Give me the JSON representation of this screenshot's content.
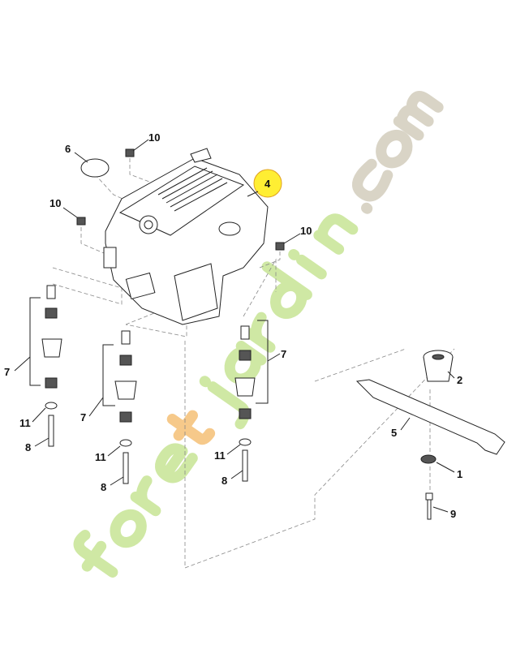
{
  "watermark": {
    "text_a": "foret",
    "text_b": "jardin",
    "text_c": ".com",
    "color_green": "#cfe8a4",
    "color_orange": "#f6c98a",
    "color_gray": "#d9d4c6"
  },
  "highlight_color": "#ffee33",
  "callouts": {
    "gasket": "6",
    "nut_top": "10",
    "engine": "4",
    "nut_left": "10",
    "nut_right": "10",
    "damper_left": "7",
    "washer_left": "11",
    "bolt_left": "8",
    "damper_mid": "7",
    "washer_mid": "11",
    "bolt_mid": "8",
    "damper_right": "7",
    "washer_right": "11",
    "bolt_right": "8",
    "blade_adapter": "2",
    "blade": "5",
    "blade_washer": "1",
    "blade_bolt": "9"
  }
}
